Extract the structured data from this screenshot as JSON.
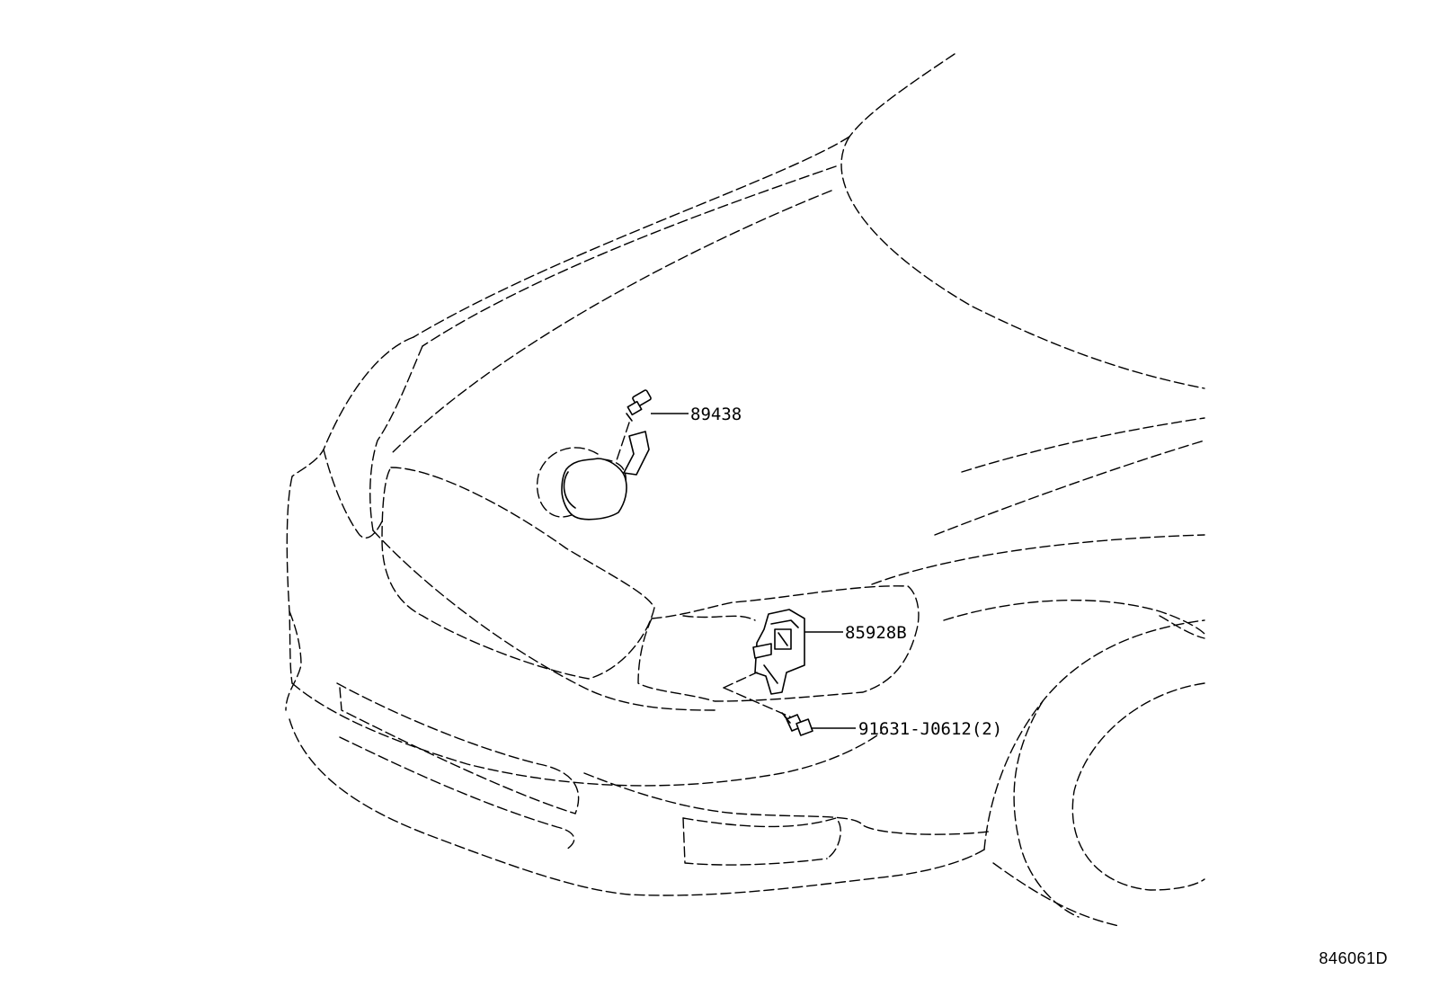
{
  "diagram": {
    "parts": [
      {
        "number": "89438",
        "icon": "sensor-icon"
      },
      {
        "number": "85928B",
        "icon": "bracket-icon"
      },
      {
        "number": "91631-J0612(2)",
        "icon": "bolt-icon"
      }
    ],
    "diagram_id": "846061D"
  }
}
